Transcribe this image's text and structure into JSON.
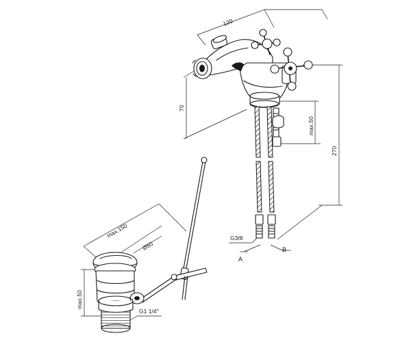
{
  "dimensions": {
    "faucet_width": "120",
    "faucet_height": "70",
    "hose_offset": "max.50",
    "total_height": "270",
    "waste_depth": "max.150",
    "plug_diameter": "Ø60",
    "waste_height": "max.50",
    "hose_thread": "G3/8",
    "waste_thread": "G1 1/4\""
  },
  "connections": {
    "a": "A",
    "b": "B"
  }
}
